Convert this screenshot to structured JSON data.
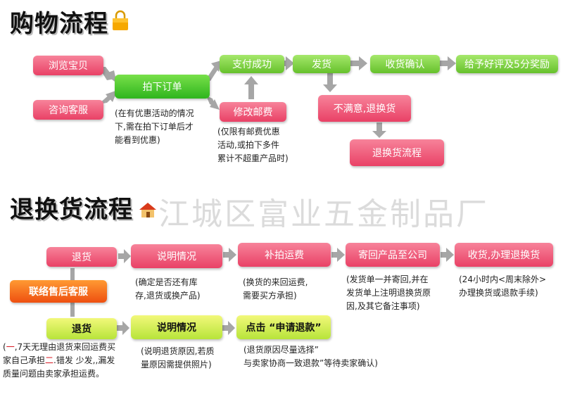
{
  "section1": {
    "title": "购物流程",
    "nodes": {
      "browse": "浏览宝贝",
      "consult": "咨询客服",
      "order": "拍下订单",
      "pay_success": "支付成功",
      "modify_postage": "修改邮费",
      "ship": "发货",
      "confirm_receipt": "收货确认",
      "good_review": "给予好评及5分奖励",
      "unsatisfied": "不满意,退换货",
      "return_flow": "退换货流程"
    },
    "notes": {
      "order_note": [
        "(在有优惠活动的情况",
        "下,需在拍下订单后才",
        "能看到优惠)"
      ],
      "postage_note": [
        "(仅限有邮费优惠",
        "活动,或拍下多件",
        "累计不超重产品时)"
      ]
    }
  },
  "section2": {
    "title": "退换货流程",
    "watermark": "江城区富业五金制品厂",
    "contact": "联络售后客服",
    "row1": {
      "return": "退货",
      "explain": "说明情况",
      "reshoot": "补拍运费",
      "send_back": "寄回产品至公司",
      "receive": "收货,办理退换货"
    },
    "row1_notes": {
      "explain_note": [
        "(确定是否还有库",
        "存,退货或换产品)"
      ],
      "reshoot_note": [
        "(换货的来回运费,",
        "需要买方承担)"
      ],
      "send_back_note": [
        "(发货单一并寄回,并在",
        "发货单上注明退换货原",
        "因,及其它备注事项)"
      ],
      "receive_note_a": "(24小时内<周末除外>",
      "receive_note_b": "办理换货或退款手续)"
    },
    "row2": {
      "refund": "退货",
      "explain": "说明情况",
      "apply": "点击 “申请退款”"
    },
    "row2_notes": {
      "explain_note": [
        "(说明退货原因,若质",
        "量原因需提供照片)"
      ],
      "apply_note_a": "(退货原因尽量选择”",
      "apply_note_b": "与卖家协商一致退款”等待卖家确认)"
    },
    "left_note": {
      "n1": "一",
      "t1": ",7天无理由退货来回运费买",
      "t2": "家自己承担",
      "n2": "二",
      "t3": ".错发 少发,,漏发",
      "t4": "质量问题由卖家承担运费。"
    }
  },
  "colors": {
    "pink": "#e94166",
    "green": "#66c12c",
    "orange": "#ee4f10",
    "arrow": "#a6a6a6"
  },
  "icons": {
    "bag": "shopping-bag-icon",
    "house": "house-icon"
  }
}
